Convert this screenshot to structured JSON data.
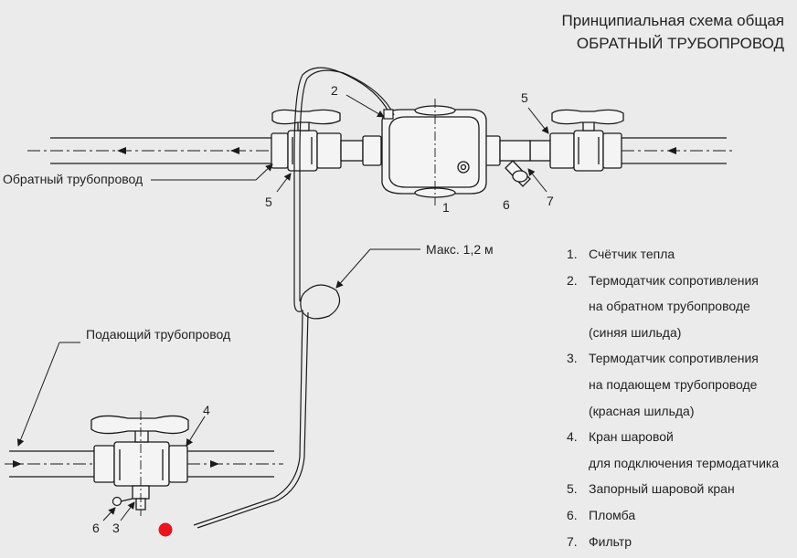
{
  "title": {
    "line1": "Принципиальная схема общая",
    "line2": "ОБРАТНЫЙ ТРУБОПРОВОД"
  },
  "labels": {
    "return_pipe": "Обратный трубопровод",
    "supply_pipe": "Подающий трубопровод",
    "max_length": "Макс. 1,2 м"
  },
  "callouts": {
    "meter": "1",
    "sensor_return": "2",
    "sensor_supply": "3",
    "ball_valve_sensor": "4",
    "shutoff_left": "5",
    "shutoff_right": "5",
    "seal_top": "6",
    "seal_bottom": "6",
    "filter": "7"
  },
  "legend": {
    "items": [
      {
        "num": "1.",
        "lines": [
          "Счётчик тепла"
        ]
      },
      {
        "num": "2.",
        "lines": [
          "Термодатчик сопротивления",
          "на обратном трубопроводе",
          "(синяя шильда)"
        ]
      },
      {
        "num": "3.",
        "lines": [
          "Термодатчик сопротивления",
          "на подающем трубопроводе",
          "(красная шильда)"
        ]
      },
      {
        "num": "4.",
        "lines": [
          "Кран шаровой",
          "для подключения термодатчика"
        ]
      },
      {
        "num": "5.",
        "lines": [
          "Запорный шаровой кран"
        ]
      },
      {
        "num": "6.",
        "lines": [
          "Пломба"
        ]
      },
      {
        "num": "7.",
        "lines": [
          "Фильтр"
        ]
      }
    ]
  },
  "colors": {
    "background": "#ebebeb",
    "line": "#1a1a1a",
    "seal_dot": "#e8141e"
  }
}
